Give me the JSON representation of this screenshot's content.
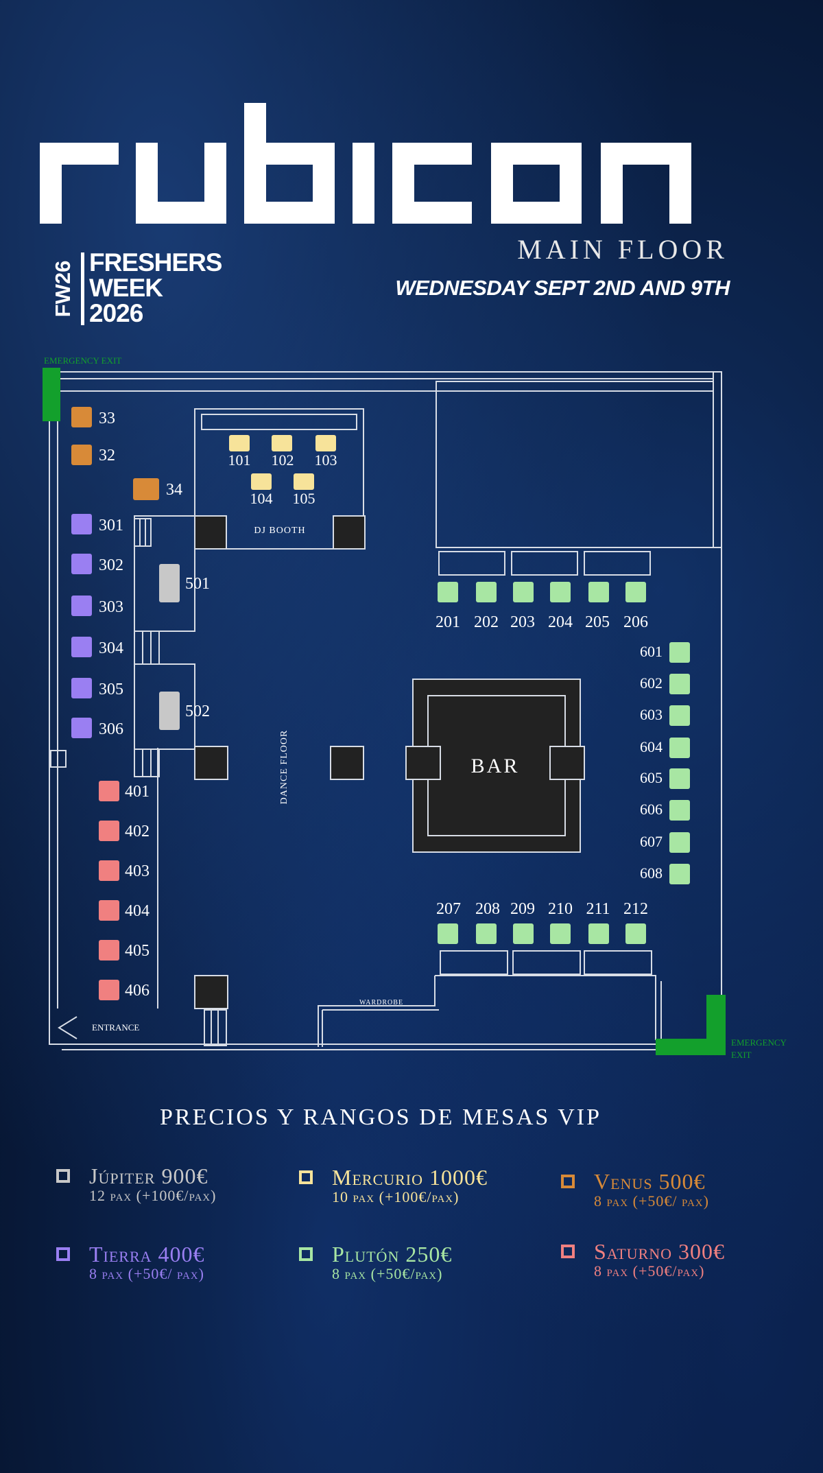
{
  "header": {
    "brand": "rubicon",
    "subtitle": "MAIN FLOOR",
    "date": "WEDNESDAY SEPT 2ND AND 9TH",
    "badge": {
      "short": "FW26",
      "line1": "FRESHERS",
      "line2": "WEEK",
      "line3": "2026"
    }
  },
  "colors": {
    "jupiter": "#c8c8c8",
    "mercurio": "#f7e39a",
    "venus": "#d88a38",
    "tierra": "#9a7ff2",
    "pluton": "#a8e6a3",
    "saturno": "#f08080",
    "exit": "#13a02c",
    "line": "#d8dde6"
  },
  "map": {
    "emergency_exit_top": "EMERGENCY EXIT",
    "emergency_exit_bottom_1": "EMERGENCY",
    "emergency_exit_bottom_2": "EXIT",
    "dj_booth": "DJ BOOTH",
    "dance_floor": "DANCE FLOOR",
    "bar": "BAR",
    "wardrobe": "WARDROBE",
    "entrance": "ENTRANCE",
    "tables": {
      "venus": [
        "33",
        "32",
        "34"
      ],
      "tierra": [
        "301",
        "302",
        "303",
        "304",
        "305",
        "306"
      ],
      "mercurio": [
        "101",
        "102",
        "103",
        "104",
        "105"
      ],
      "jupiter": [
        "501",
        "502"
      ],
      "saturno": [
        "401",
        "402",
        "403",
        "404",
        "405",
        "406"
      ],
      "pluton_top": [
        "201",
        "202",
        "203",
        "204",
        "205",
        "206"
      ],
      "pluton_bottom": [
        "207",
        "208",
        "209",
        "210",
        "211",
        "212"
      ],
      "pluton_right": [
        "601",
        "602",
        "603",
        "604",
        "605",
        "606",
        "607",
        "608"
      ]
    }
  },
  "prices": {
    "title": "PRECIOS Y RANGOS DE MESAS VIP",
    "items": [
      {
        "key": "jupiter",
        "name": "Júpiter 900€",
        "detail": "12 pax (+100€/pax)"
      },
      {
        "key": "mercurio",
        "name": "Mercurio 1000€",
        "detail": "10 pax (+100€/pax)"
      },
      {
        "key": "venus",
        "name": "Venus 500€",
        "detail": "8 pax (+50€/  pax)"
      },
      {
        "key": "tierra",
        "name": "Tierra 400€",
        "detail": "8 pax (+50€/  pax)"
      },
      {
        "key": "pluton",
        "name": "Plutón 250€",
        "detail": "8 pax (+50€/pax)"
      },
      {
        "key": "saturno",
        "name": "Saturno 300€",
        "detail": "8 pax (+50€/pax)"
      }
    ]
  }
}
